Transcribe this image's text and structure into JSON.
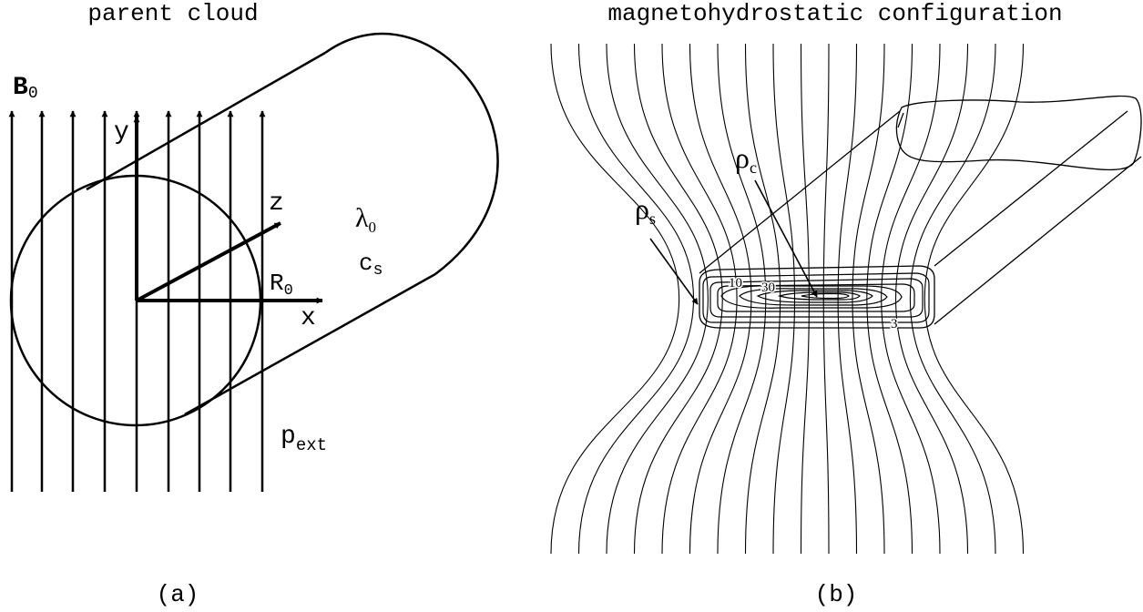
{
  "panel_a": {
    "title": "parent cloud",
    "caption": "(a)",
    "labels": {
      "field": "B",
      "field_sub": "0",
      "axis_y": "y",
      "axis_z": "z",
      "axis_x": "x",
      "radius": "R",
      "radius_sub": "0",
      "line_mass": "λ",
      "line_mass_sub": "0",
      "sound_speed": "c",
      "sound_speed_sub": "s",
      "ext_pressure": "p",
      "ext_pressure_sub": "ext"
    }
  },
  "panel_b": {
    "title": "magnetohydrostatic configuration",
    "caption": "(b)",
    "labels": {
      "rho_s": "ρ",
      "rho_s_sub": "s",
      "rho_c": "ρ",
      "rho_c_sub": "c",
      "contour_10": "10",
      "contour_30": "30",
      "contour_3": "3"
    }
  }
}
